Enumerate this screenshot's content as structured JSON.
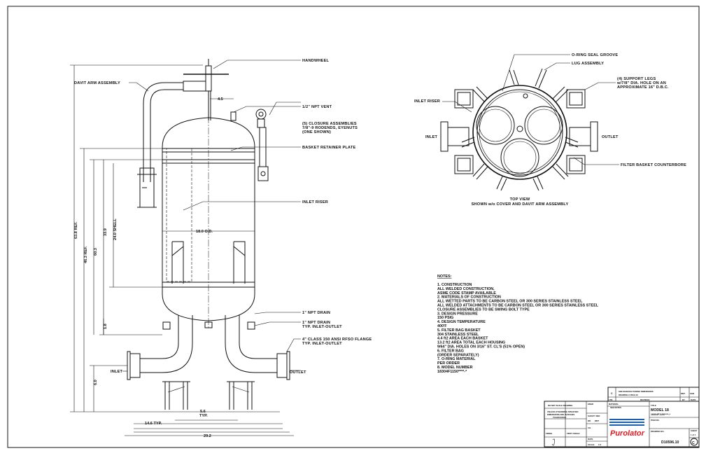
{
  "elevation": {
    "labels": {
      "handwheel": "HANDWHEEL",
      "davit": "DAVIT ARM ASSEMBLY",
      "vent": "1/2\" NPT VENT",
      "closure1": "(5) CLOSURE ASSEMBLIES",
      "closure2": "7/8\"-9 RODENDS, EYENUTS",
      "closure3": "(ONE SHOWN)",
      "retainer": "BASKET RETAINER PLATE",
      "riser": "INLET RISER",
      "drain1": "1\" NPT DRAIN",
      "drain2a": "1\" NPT DRAIN",
      "drain2b": "TYP. INLET-OUTLET",
      "flange1": "4\" CLASS 150 ANSI RFSO FLANGE",
      "flange2": "TYP. INLET-OUTLET",
      "inlet": "INLET",
      "outlet": "OUTLET"
    },
    "dims": {
      "d45": "4.5",
      "od": "18.0 O.D.",
      "shell": "24.0 SHELL",
      "d339": "33.9",
      "d603": "60.3",
      "d463": "46.3 REF.",
      "d638": "63.8 REF.",
      "d18": "1.8",
      "d60": "6.0",
      "d56": "5.6",
      "typ": "TYP.",
      "d146": "14.6 TYP.",
      "d292": "29.2"
    }
  },
  "top_view": {
    "labels": {
      "oring": "O-RING SEAL GROOVE",
      "lug": "LUG ASSEMBLY",
      "legs1": "(4) SUPPORT LEGS",
      "legs2": "w/7/8\" DIA. HOLE ON AN",
      "legs3": "APPROXIMATE 16\" D.B.C.",
      "riser": "INLET RISER",
      "inlet": "INLET",
      "outlet": "OUTLET",
      "counterbore": "FILTER BASKET COUNTERBORE",
      "caption1": "TOP VIEW",
      "caption2": "SHOWN w/o COVER AND DAVIT ARM ASSEMBLY"
    }
  },
  "notes": {
    "title": "NOTES:",
    "lines": [
      "1.    CONSTRUCTION",
      "        ALL WELDED CONSTRUCTION,",
      "        ASME CODE STAMP AVAILABLE",
      "2.    MATERIALS OF CONSTRUCTION",
      "        ALL WETTED PARTS TO BE CARBON STEEL OR 300 SERIES STAINLESS STEEL",
      "        ALL WELDED ATTACHMENTS TO BE CARBON STEEL OR 300 SERIES STAINLESS STEEL",
      "        CLOSURE ASSEMBLIES TO BE SWING BOLT TYPE",
      "3.    DESIGN PRESSURE",
      "        150 PSIG",
      "4.    DESIGN TEMPERATURE",
      "        400'F",
      "5.    FILTER BAG BASKET",
      "        304 STAINLESS STEEL",
      "        4.4 ft2 AREA EACH BASKET",
      "        13.2 ft2 AREA TOTAL EACH HOUSING",
      "        9/64\" DIA. HOLES ON 3/16\" ST. CL'S (51% OPEN)",
      "6.    FILTER BAG",
      "        (ORDER SEPARATELY)",
      "7.    O-RING MATERIAL",
      "        PER ORDER",
      "8.    MODEL NUMBER",
      "        18304F1150****-*"
    ]
  },
  "title_block": {
    "rev_letter": "C",
    "rev_text1": "SEE MANUFACTURING DIMENSIONS",
    "rev_text2": "DRAWING C150AL10",
    "rev_by": "DMT",
    "rev_date": "1993",
    "hdr_ltr": "LTR.",
    "hdr_rev": "REVISION",
    "hdr_by": "BY",
    "hdr_date": "DATE",
    "material": "MATERIAL",
    "see_notes": "SEE NOTES",
    "title_lbl": "TITLE",
    "model": "MODEL 18",
    "model_no": "18304F1150****-*",
    "brand": "Purolator",
    "item_lbl": "ITEM NO.",
    "sheet_lbl": "SHEET",
    "sheet_val": "1 of 1",
    "drawing_lbl": "DRAWING NO.",
    "drawing_no": "D10596.10",
    "drawing_rev": "C",
    "scale_lbl": "SCALE",
    "scale_val": "1:6",
    "do_not_scale": "DO NOT SCALE DRAWING",
    "date_lbl": "DATE",
    "eng_lbl": "ENGR",
    "safety_lbl": "SAFETY REF.",
    "dr_lbl": "DR.",
    "dr_val": "DMT",
    "chk_lbl": "CH.",
    "unless1": "UNLESS OTHERWISE SPECIFIED",
    "unless2": "DIMENSIONS ARE IN INCHES",
    "tolerances": "TOLERANCES",
    "finish": "FINISH",
    "first_angle": "FIRST ANGLE"
  }
}
